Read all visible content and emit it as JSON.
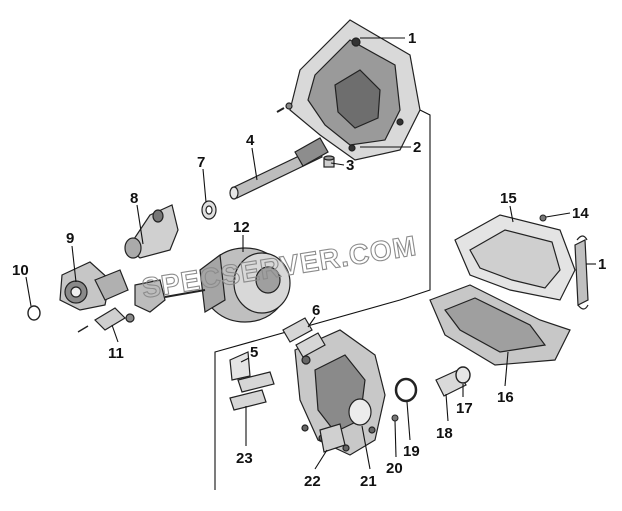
{
  "watermark": "SPECSERVER.COM",
  "callouts": [
    {
      "id": "c1a",
      "text": "1"
    },
    {
      "id": "c2",
      "text": "2"
    },
    {
      "id": "c3",
      "text": "3"
    },
    {
      "id": "c4",
      "text": "4"
    },
    {
      "id": "c7",
      "text": "7"
    },
    {
      "id": "c8",
      "text": "8"
    },
    {
      "id": "c9",
      "text": "9"
    },
    {
      "id": "c10",
      "text": "10"
    },
    {
      "id": "c11",
      "text": "11"
    },
    {
      "id": "c12",
      "text": "12"
    },
    {
      "id": "c15",
      "text": "15"
    },
    {
      "id": "c14",
      "text": "14"
    },
    {
      "id": "c1b",
      "text": "1"
    },
    {
      "id": "c6",
      "text": "6"
    },
    {
      "id": "c5",
      "text": "5"
    },
    {
      "id": "c16",
      "text": "16"
    },
    {
      "id": "c17",
      "text": "17"
    },
    {
      "id": "c18",
      "text": "18"
    },
    {
      "id": "c19",
      "text": "19"
    },
    {
      "id": "c20",
      "text": "20"
    },
    {
      "id": "c21",
      "text": "21"
    },
    {
      "id": "c22",
      "text": "22"
    },
    {
      "id": "c23",
      "text": "23"
    }
  ]
}
